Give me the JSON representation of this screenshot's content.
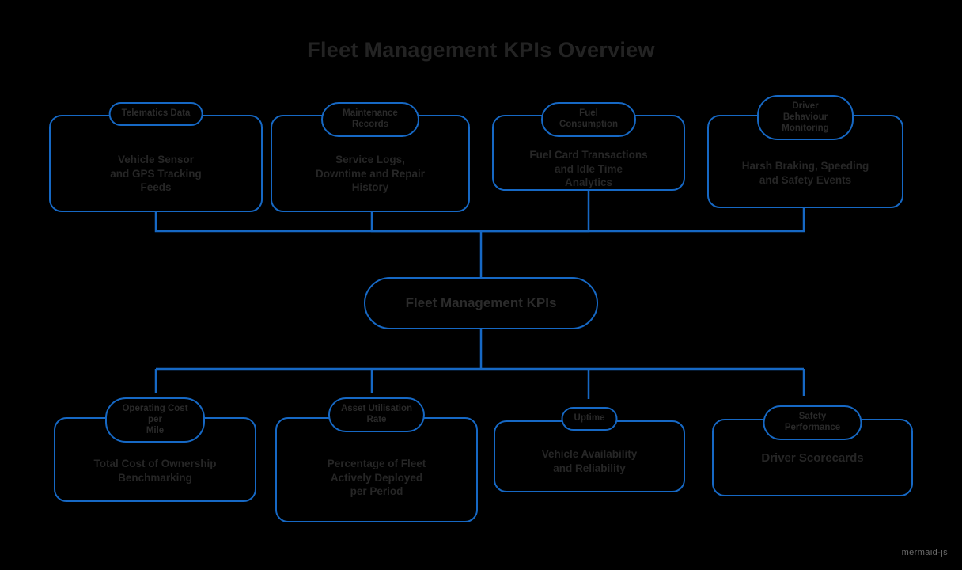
{
  "diagram": {
    "title": "Fleet Management KPIs Overview",
    "type": "flowchart",
    "direction": "top-down",
    "accent_color": "#1668c4",
    "background_color": "#000000",
    "text_color": "#262626",
    "watermark": "mermaid-js"
  },
  "hub": {
    "id": "hub",
    "label": "Fleet Management KPIs"
  },
  "inputs": [
    {
      "id": "in-1",
      "header": "Telematics Data",
      "body": "Vehicle Sensor\nand GPS Tracking\nFeeds"
    },
    {
      "id": "in-2",
      "header": "Maintenance Records",
      "body": "Service Logs,\nDowntime and Repair\nHistory"
    },
    {
      "id": "in-3",
      "header": "Fuel Consumption",
      "body": "Fuel Card Transactions\nand Idle Time\nAnalytics"
    },
    {
      "id": "in-4",
      "header": "Driver Behaviour\nMonitoring",
      "body": "Harsh Braking, Speeding\nand Safety Events"
    }
  ],
  "outputs": [
    {
      "id": "out-1",
      "header": "Operating Cost per\nMile",
      "body": "Total Cost of Ownership\nBenchmarking"
    },
    {
      "id": "out-2",
      "header": "Asset Utilisation\nRate",
      "body": "Percentage of Fleet\nActively Deployed\nper Period"
    },
    {
      "id": "out-3",
      "header": "Uptime",
      "body": "Vehicle Availability\nand Reliability"
    },
    {
      "id": "out-4",
      "header": "Safety Performance",
      "body": "Driver Scorecards"
    }
  ]
}
